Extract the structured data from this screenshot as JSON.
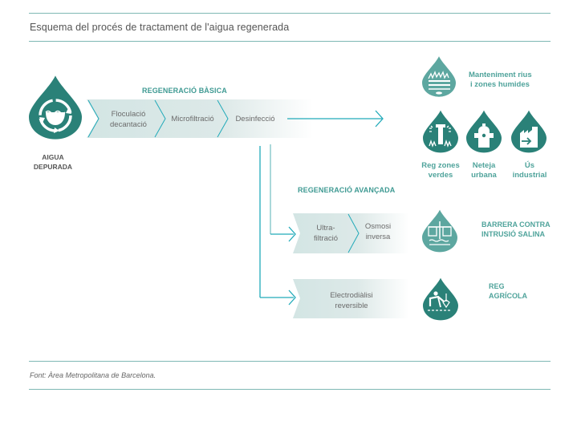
{
  "title": "Esquema del procés de tractament de l'aigua regenerada",
  "source_note": "Font: Àrea Metropolitana de Barcelona.",
  "colors": {
    "teal_dark": "#2a8178",
    "teal_light": "#5da7a0",
    "arrow_line": "#21aab9",
    "band_fill": "#d5e6e5",
    "rule": "#7fb8b4",
    "label_teal": "#3f9a93"
  },
  "origin": {
    "icon": "water-cycle-icon",
    "label_line1": "AIGUA",
    "label_line2": "DEPURADA"
  },
  "basic": {
    "header": "REGENERACIÓ BÀSICA",
    "steps": [
      {
        "line1": "Floculació",
        "line2": "decantació"
      },
      {
        "line1": "Microfiltració",
        "line2": ""
      },
      {
        "line1": "Desinfecció",
        "line2": ""
      }
    ]
  },
  "advanced": {
    "header": "REGENERACIÓ AVANÇADA",
    "branch1_steps": [
      {
        "line1": "Ultra-",
        "line2": "filtració"
      },
      {
        "line1": "Osmosi",
        "line2": "inversa"
      }
    ],
    "branch2_steps": [
      {
        "line1": "Electrodiàlisi",
        "line2": "reversible"
      }
    ]
  },
  "destinations": {
    "rivers": {
      "icon": "wetland-icon",
      "line1": "Manteniment rius",
      "line2": "i zones humides"
    },
    "green": {
      "icon": "sprinkler-icon",
      "line1": "Reg zones",
      "line2": "verdes"
    },
    "urban": {
      "icon": "hydrant-icon",
      "line1": "Neteja",
      "line2": "urbana"
    },
    "industrial": {
      "icon": "factory-icon",
      "line1": "Ús",
      "line2": "industrial"
    },
    "barrier": {
      "icon": "saline-barrier-icon",
      "line1": "BARRERA CONTRA",
      "line2": "INTRUSIÓ SALINA"
    },
    "agri": {
      "icon": "farmer-icon",
      "line1": "REG",
      "line2": "AGRÍCOLA"
    }
  }
}
